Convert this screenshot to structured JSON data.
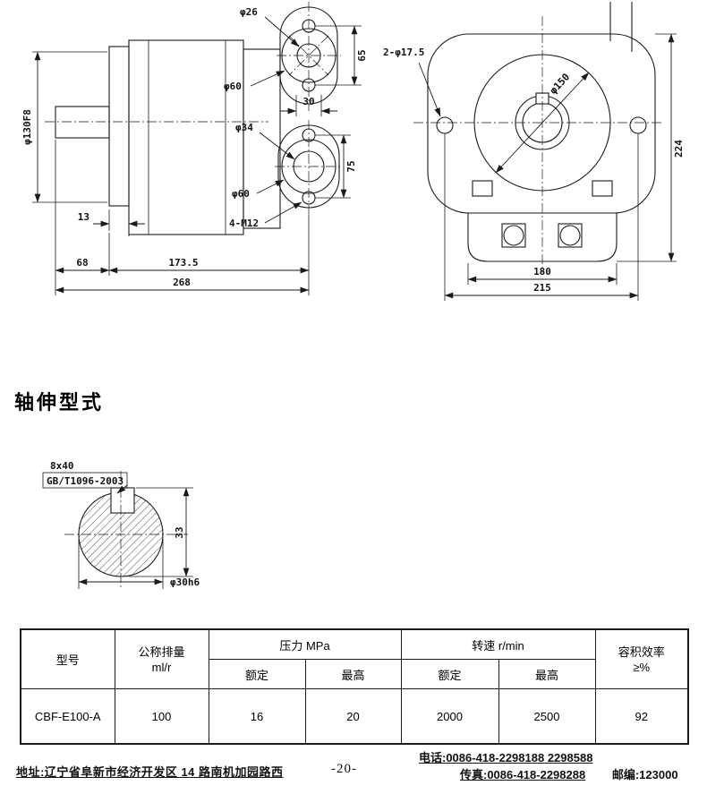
{
  "page": {
    "background": "#ffffff",
    "line_color": "#1a1a1a"
  },
  "side_view": {
    "labels": {
      "dia26": "φ26",
      "dim65": "65",
      "dia60_top": "φ60",
      "dim30": "30",
      "dia34": "φ34",
      "dim75": "75",
      "dia60_bottom": "φ60",
      "bolts": "4-M12",
      "dia130": "φ130F8",
      "dim13": "13",
      "dim68": "68",
      "dim173_5": "173.5",
      "dim268": "268"
    }
  },
  "front_view": {
    "labels": {
      "holes": "2-φ17.5",
      "dia150": "φ150",
      "dim224": "224",
      "dim180": "180",
      "dim215": "215"
    }
  },
  "shaft_section": {
    "heading": "轴伸型式",
    "labels": {
      "key_size": "8x40",
      "key_standard": "GB/T1096-2003",
      "dim33": "33",
      "dia30": "φ30h6"
    }
  },
  "spec_table": {
    "headers": {
      "model": "型号",
      "displacement_l1": "公称排量",
      "displacement_l2": "ml/r",
      "pressure_group": "压力 MPa",
      "speed_group": "转速 r/min",
      "efficiency_l1": "容积效率",
      "efficiency_l2": "≥%",
      "pressure_rated": "额定",
      "pressure_max": "最高",
      "speed_rated": "额定",
      "speed_max": "最高"
    },
    "rows": [
      {
        "model": "CBF-E100-A",
        "displacement": "100",
        "pressure_rated": "16",
        "pressure_max": "20",
        "speed_rated": "2000",
        "speed_max": "2500",
        "efficiency": "92"
      }
    ]
  },
  "footer": {
    "address": "地址:辽宁省阜新市经济开发区 14 路南机加园路西",
    "page_number": "-20-",
    "phone": "电话:0086-418-2298188    2298588",
    "fax": "传真:0086-418-2298288",
    "postal_code": "邮编:123000"
  }
}
